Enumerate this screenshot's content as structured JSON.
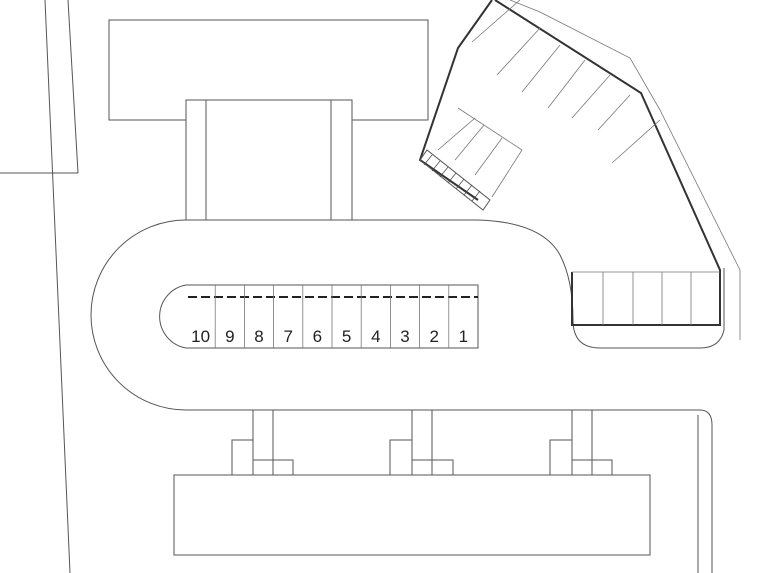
{
  "parking_lot": {
    "space_numbers": [
      "10",
      "9",
      "8",
      "7",
      "6",
      "5",
      "4",
      "3",
      "2",
      "1"
    ]
  },
  "colors": {
    "background": "#ffffff",
    "line": "#555555"
  }
}
